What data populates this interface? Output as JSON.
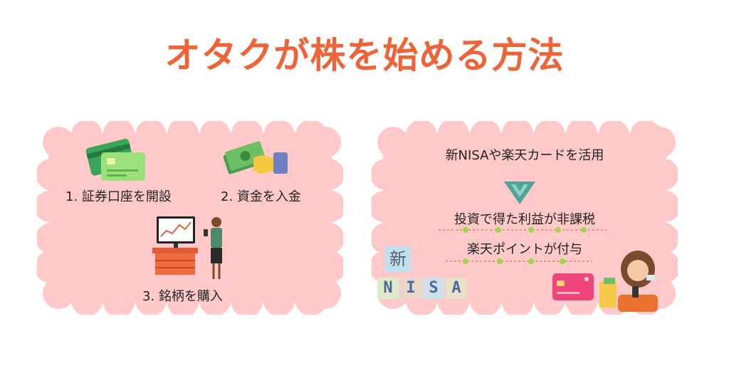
{
  "title": "オタクが株を始める方法",
  "left_panel": {
    "steps": [
      {
        "label": "1. 証券口座を開設",
        "icon": "credit-cards-icon"
      },
      {
        "label": "2. 資金を入金",
        "icon": "cash-hand-icon"
      },
      {
        "label": "3. 銘柄を購入",
        "icon": "trader-desk-icon"
      }
    ]
  },
  "right_panel": {
    "heading": "新NISAや楽天カードを活用",
    "benefits": [
      "投資で得た利益が非課税",
      "楽天ポイントが付与"
    ],
    "nisa_badge": {
      "kanji": "新",
      "letters": [
        "N",
        "I",
        "S",
        "A"
      ]
    }
  },
  "colors": {
    "title": "#ee6337",
    "panel_bg": "#ffc9c9",
    "arrow": "#4fa397",
    "dot": "#9bd94a",
    "dash": "#e0835b"
  }
}
